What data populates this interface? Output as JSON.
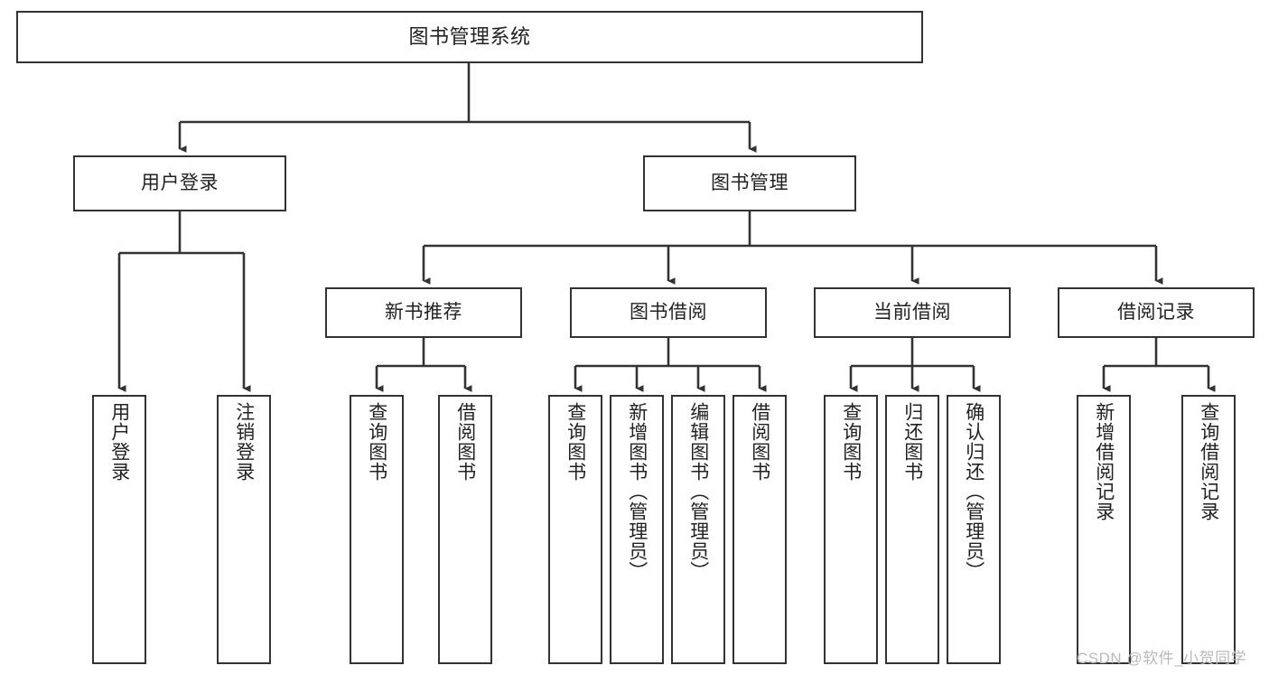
{
  "diagram": {
    "title": "图书管理系统",
    "type": "tree",
    "orientation": "top-down",
    "style": {
      "box_border_color": "#333333",
      "box_fill_color": "#ffffff",
      "edge_color": "#333333",
      "text_color": "#222222",
      "background": "#ffffff",
      "watermark_color": "#b9b9b9"
    }
  },
  "nodes": {
    "root": {
      "label": "图书管理系统",
      "level": 1
    },
    "level2": [
      {
        "id": "user-login",
        "label": "用户登录"
      },
      {
        "id": "book-manage",
        "label": "图书管理"
      }
    ],
    "level3": [
      {
        "id": "new-book-recommend",
        "label": "新书推荐",
        "parent": "book-manage"
      },
      {
        "id": "book-borrow",
        "label": "图书借阅",
        "parent": "book-manage"
      },
      {
        "id": "current-borrow",
        "label": "当前借阅",
        "parent": "book-manage"
      },
      {
        "id": "borrow-record",
        "label": "借阅记录",
        "parent": "book-manage"
      }
    ],
    "leaves": [
      {
        "id": "leaf-user-login",
        "label": "用户登录",
        "parent": "user-login"
      },
      {
        "id": "leaf-logout",
        "label": "注销登录",
        "parent": "user-login"
      },
      {
        "id": "leaf-query-book-1",
        "label": "查询图书",
        "parent": "new-book-recommend"
      },
      {
        "id": "leaf-borrow-book-1",
        "label": "借阅图书",
        "parent": "new-book-recommend"
      },
      {
        "id": "leaf-query-book-2",
        "label": "查询图书",
        "parent": "book-borrow"
      },
      {
        "id": "leaf-add-book",
        "label": "新增图书（管理员）",
        "parent": "book-borrow"
      },
      {
        "id": "leaf-edit-book",
        "label": "编辑图书（管理员）",
        "parent": "book-borrow"
      },
      {
        "id": "leaf-borrow-book-2",
        "label": "借阅图书",
        "parent": "book-borrow"
      },
      {
        "id": "leaf-query-book-3",
        "label": "查询图书",
        "parent": "current-borrow"
      },
      {
        "id": "leaf-return-book",
        "label": "归还图书",
        "parent": "current-borrow"
      },
      {
        "id": "leaf-confirm-return",
        "label": "确认归还（管理员）",
        "parent": "current-borrow"
      },
      {
        "id": "leaf-add-record",
        "label": "新增借阅记录",
        "parent": "borrow-record"
      },
      {
        "id": "leaf-query-record",
        "label": "查询借阅记录",
        "parent": "borrow-record"
      }
    ]
  },
  "watermark": {
    "text": "CSDN @软件_小贺同学"
  }
}
